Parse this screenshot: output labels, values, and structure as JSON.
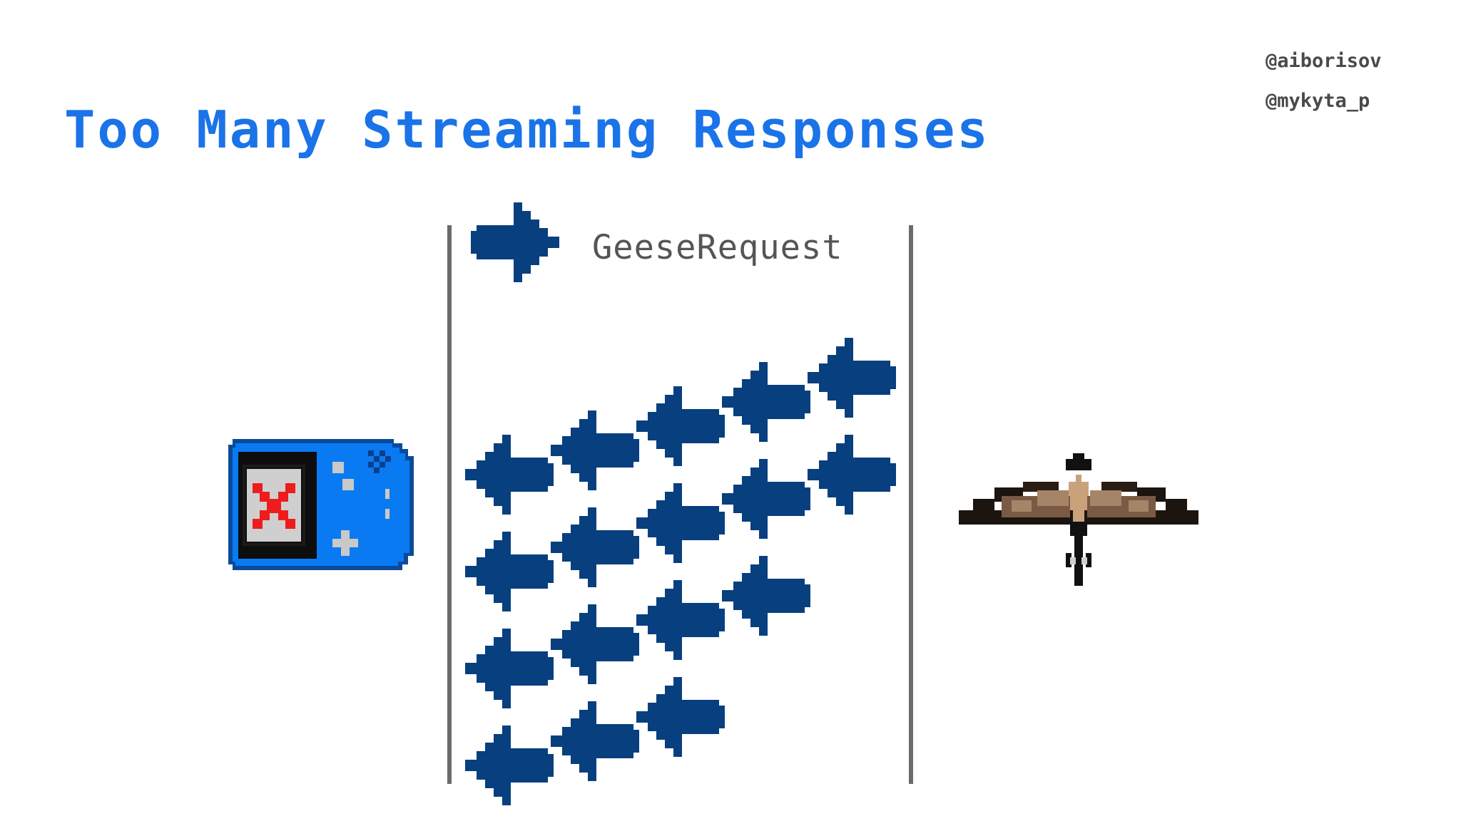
{
  "slide": {
    "title": "Too Many Streaming Responses",
    "handles": [
      "@aiborisov",
      "@mykyta_p"
    ]
  },
  "diagram": {
    "request_label": "GeeseRequest",
    "response_arrow_count": 17,
    "client": {
      "icon": "handheld-console-error-icon",
      "status": "error"
    },
    "server": {
      "icon": "goose-icon"
    }
  },
  "colors": {
    "title": "#1a73e8",
    "arrow": "#073f7f",
    "console_body": "#0a7af2",
    "error_x": "#ee1c1c",
    "divider": "#6b6b6b"
  }
}
